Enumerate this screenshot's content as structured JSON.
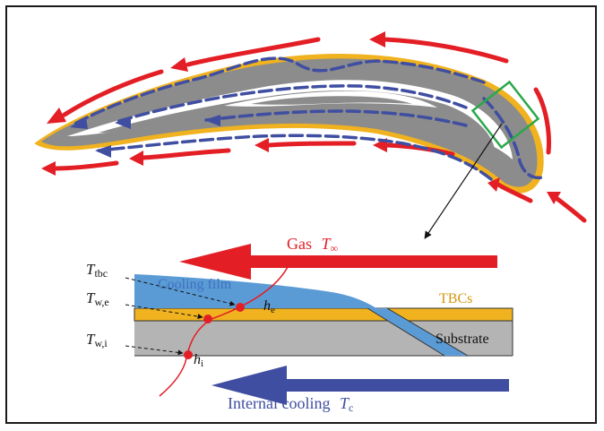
{
  "labels": {
    "gas": "Gas",
    "gas_symbol": "T",
    "gas_sub": "∞",
    "cooling_film": "Cooling film",
    "tbcs": "TBCs",
    "substrate": "Substrate",
    "internal_cooling": "Internal cooling",
    "internal_symbol": "T",
    "internal_sub": "c",
    "t_tbc": "T",
    "t_tbc_sub": "tbc",
    "t_we": "T",
    "t_we_sub": "w,e",
    "t_wi": "T",
    "t_wi_sub": "w,i",
    "h_e": "h",
    "h_e_sub": "e",
    "h_i": "h",
    "h_i_sub": "i"
  },
  "colors": {
    "gas_arrow": "#e31e25",
    "internal_arrow": "#3f4ea1",
    "cooling_film": "#5b9bd5",
    "tbc": "#f0b21e",
    "substrate": "#b4b4b4",
    "airfoil_gray": "#8c8c8c",
    "zoom_box": "#2aa84a"
  }
}
